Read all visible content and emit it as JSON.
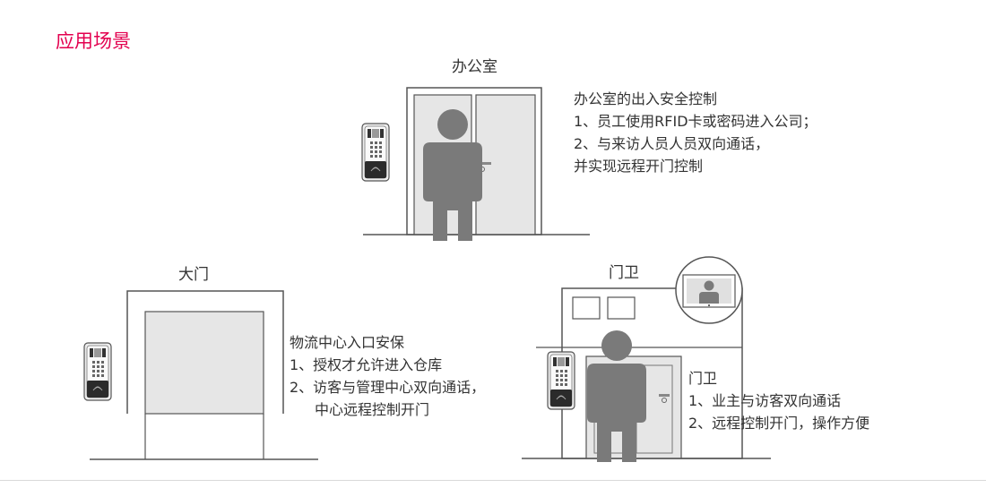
{
  "header": {
    "title": "应用场景"
  },
  "scenes": {
    "office": {
      "label": "办公室",
      "lines": [
        "办公室的出入安全控制",
        "1、员工使用RFID卡或密码进入公司；",
        "2、与来访人员人员双向通话，",
        "并实现远程开门控制"
      ]
    },
    "gate": {
      "label": "大门",
      "lines": [
        "物流中心入口安保",
        "1、授权才允许进入仓库",
        "2、访客与管理中心双向通话，",
        "中心远程控制开门"
      ]
    },
    "guard": {
      "label": "门卫",
      "lines": [
        "门卫",
        "1、业主与访客双向通话",
        "2、远程控制开门，操作方便"
      ]
    }
  },
  "colors": {
    "accent": "#e3004f",
    "person": "#7a7a7a",
    "panel": "#d9d9d9",
    "device_dark": "#2b2b2b"
  },
  "icons": [
    "intercom-device-icon",
    "person-silhouette-icon",
    "monitor-icon"
  ]
}
